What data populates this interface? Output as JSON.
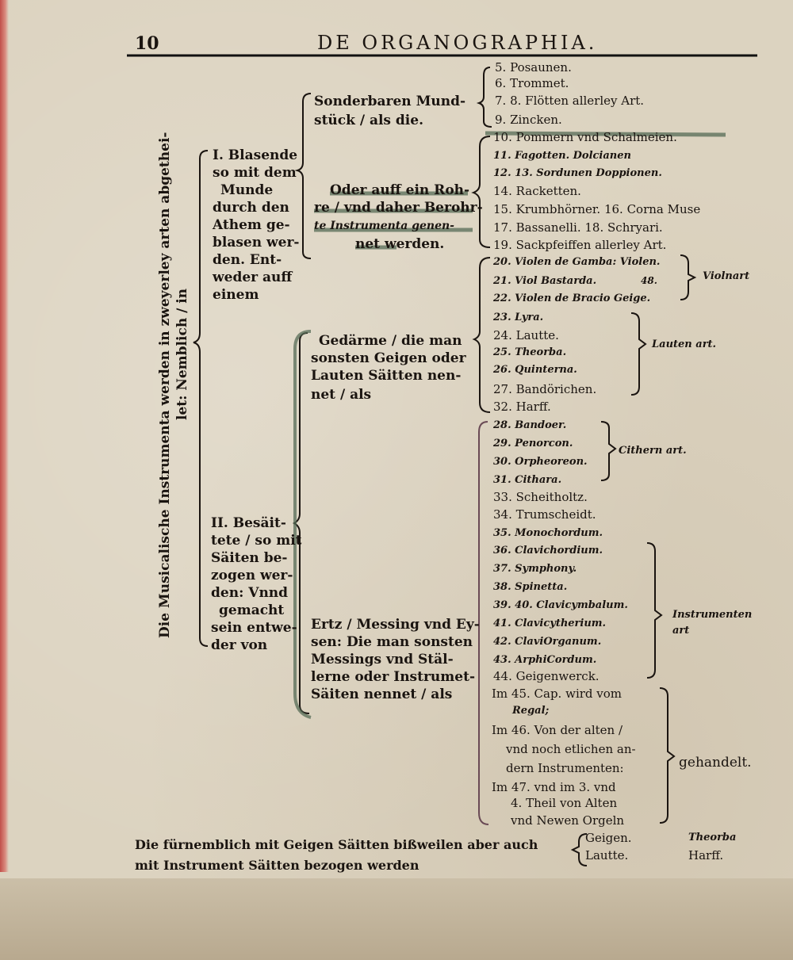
{
  "header": {
    "page_number": "10",
    "title": "DE ORGANOGRAPHIA."
  },
  "vertical_title": {
    "line1": "Die Musicalische Instrumenta werden in zweyerley arten abgethei-",
    "line2": "let: Nemblich / in"
  },
  "group1": {
    "lines": [
      "I. Blasende",
      "so mit dem",
      "Munde",
      "durch den",
      "Athem ge-",
      "blasen wer-",
      "den. Ent-",
      "weder auff",
      "einem"
    ],
    "sub_a": {
      "lines": [
        "Sonderbaren Mund-",
        "stück / als die."
      ],
      "items": [
        "5. Posaunen.",
        "6. Trommet.",
        "7. 8. Flötten allerley Art.",
        "9. Zincken."
      ]
    },
    "sub_b": {
      "lines": [
        "Oder auff ein Roh-",
        "re / vnd daher Berohr-",
        "te Instrumenta genen-",
        "net werden."
      ],
      "items": [
        "10. Pommern vnd Schalmeien.",
        "11. Fagotten. Dolcianen",
        "12. 13. Sordunen Doppionen.",
        "14. Racketten.",
        "15. Krumbhörner. 16. Corna Muse",
        "17. Bassanelli. 18. Schryari.",
        "19. Sackpfeiffen allerley Art."
      ]
    }
  },
  "group2": {
    "lines": [
      "II. Besäit-",
      "tete / so mit",
      "Säiten be-",
      "zogen wer-",
      "den: Vnnd",
      "gemacht",
      "sein entwe-",
      "der von"
    ],
    "sub_a": {
      "lines": [
        "Gedärme / die man",
        "sonsten Geigen oder",
        "Lauten Säitten nen-",
        "net / als"
      ],
      "items": [
        "20. Violen de Gamba: Violen.",
        "21. Viol Bastarda.",
        "22. Violen de Bracio Geige.",
        "23. Lyra.",
        "24. Lautte.",
        "25. Theorba.",
        "26. Quinterna.",
        "27. Bandörichen.",
        "32. Harff."
      ],
      "extra_number": "48.",
      "labels": [
        "Violnart",
        "Lauten art."
      ]
    },
    "sub_b": {
      "lines": [
        "Ertz / Messing vnd Ey-",
        "sen: Die man sonsten",
        "Messings vnd Stäl-",
        "lerne oder Instrumet-",
        "Säiten nennet / als"
      ],
      "items": [
        "28. Bandoer.",
        "29. Penorcon.",
        "30. Orpheoreon.",
        "31. Cithara.",
        "33. Scheitholtz.",
        "34. Trumscheidt.",
        "35. Monochordum.",
        "36. Clavichordium.",
        "37. Symphony.",
        "38. Spinetta.",
        "39. 40. Clavicymbalum.",
        "41. Clavicytherium.",
        "42. ClaviOrganum.",
        "43. ArphiCordum.",
        "44. Geigenwerck."
      ],
      "labels": [
        "Cithern art.",
        "Instrumenten art"
      ]
    }
  },
  "chapters": {
    "lines": [
      "Im 45. Cap. wird vom",
      "Regal;",
      "Im 46. Von der alten /",
      "vnd noch etlichen an-",
      "dern Instrumenten:",
      "Im 47. vnd im 3. vnd",
      "4. Theil von Alten",
      "vnd Newen Orgeln"
    ],
    "label": "gehandelt."
  },
  "footnote": {
    "lines": [
      "Die fürnemblich mit Geigen Säitten bißweilen aber auch",
      "mit Instrument Säitten bezogen werden"
    ],
    "items": [
      "Geigen.",
      "Lautte."
    ],
    "items_right": [
      "Theorba",
      "Harff."
    ]
  }
}
